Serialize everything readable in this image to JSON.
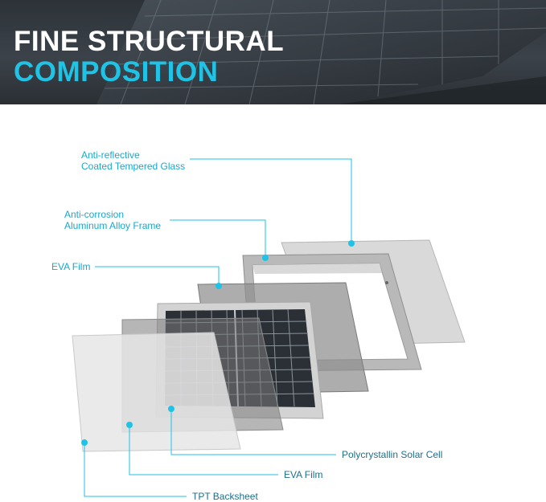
{
  "header": {
    "title_line1": "FINE STRUCTURAL",
    "title_line2": "COMPOSITION"
  },
  "colors": {
    "accent": "#1ec3e6",
    "label": "#1aa8cc",
    "header_bg": "#2c3238"
  },
  "labels": {
    "glass_line1": "Anti-reflective",
    "glass_line2": "Coated Tempered Glass",
    "frame_line1": "Anti-corrosion",
    "frame_line2": "Aluminum Alloy Frame",
    "eva_top": "EVA Film",
    "solar_cell": "Polycrystallin Solar Cell",
    "eva_bottom": "EVA Film",
    "backsheet": "TPT Backsheet"
  }
}
